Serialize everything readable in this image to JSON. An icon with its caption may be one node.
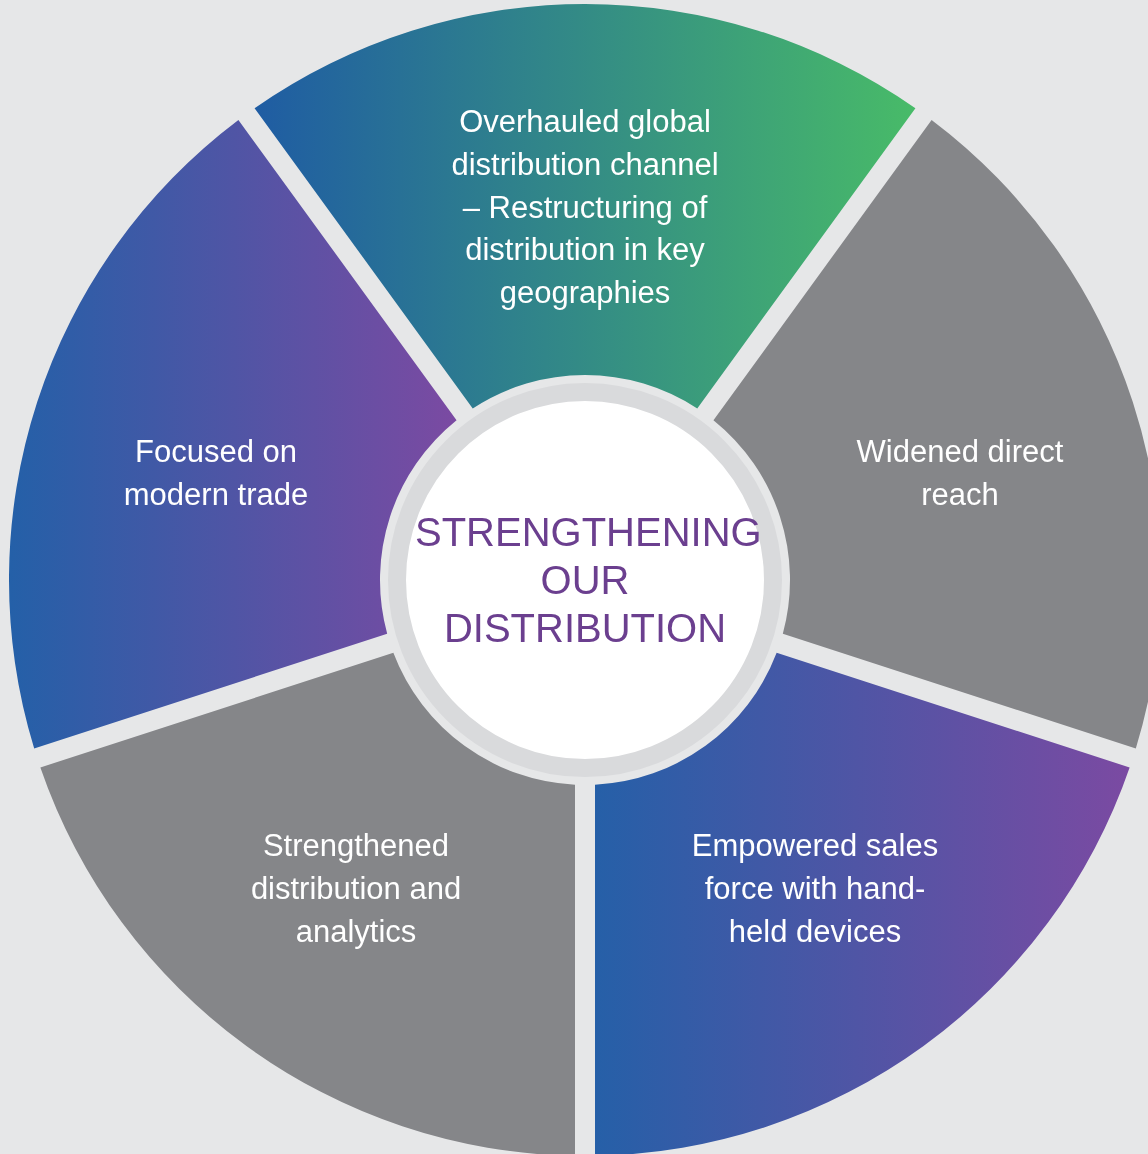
{
  "diagram": {
    "nodes": [
      {
        "text": [
          "STRENGTHENING OUR DISTRIBUTION"
        ]
      },
      {
        "text": [
          "Overhauled global distribution channel – Restructuring of distribution in key geographies"
        ]
      },
      {
        "text": [
          "Widened direct reach"
        ]
      },
      {
        "text": [
          "Empowered sales force with hand-held devices"
        ]
      },
      {
        "text": [
          "Strengthened distribution and analytics"
        ]
      },
      {
        "text": [
          "Focused on modern trade"
        ]
      }
    ]
  }
}
